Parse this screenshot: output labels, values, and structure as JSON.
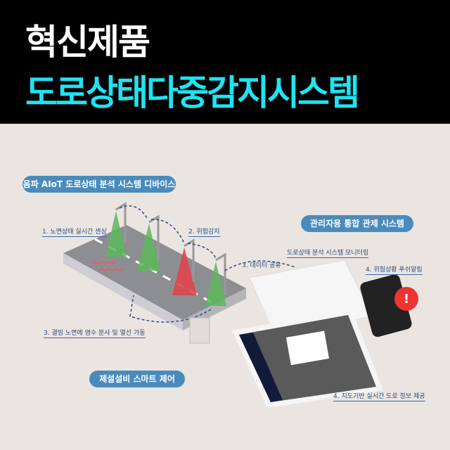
{
  "header": {
    "title": "혁신제품",
    "subtitle": "도로상태다중감지시스템"
  },
  "sections": {
    "device": "음파 AIoT 도로상태 분석 시스템 디바이스",
    "control": "관리자용 통합 관제 시스템",
    "snow": "제설설비 스마트 제어"
  },
  "steps": [
    "1. 노면상태 실시간 센싱",
    "2. 위험감지",
    "3. 데이터 공유",
    "3. 결빙 노면에 염수 분사 및 열선 가동",
    "4. 위험상황 푸쉬알림",
    "4. 지도기반 실시간 도로 정보 제공"
  ],
  "monitoring": "도로상태 분석 시스템 모니터링",
  "colors": {
    "accent": "#1fe3f2",
    "pill": "#4a8bbd",
    "label": "#2a4d79"
  }
}
